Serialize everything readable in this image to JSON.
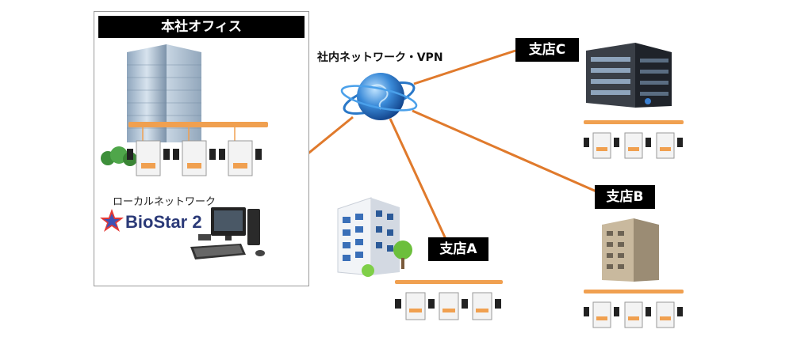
{
  "hq": {
    "title": "本社オフィス",
    "local_network_label": "ローカルネットワーク",
    "brand": "BioStar 2"
  },
  "network": {
    "label": "社内ネットワーク・VPN"
  },
  "branches": [
    {
      "id": "c",
      "label": "支店C"
    },
    {
      "id": "b",
      "label": "支店B"
    },
    {
      "id": "a",
      "label": "支店A"
    }
  ],
  "colors": {
    "link": "#e07a2c",
    "lan_bar": "#f0a050",
    "label_bg": "#000000",
    "globe": "#2a78c8"
  }
}
